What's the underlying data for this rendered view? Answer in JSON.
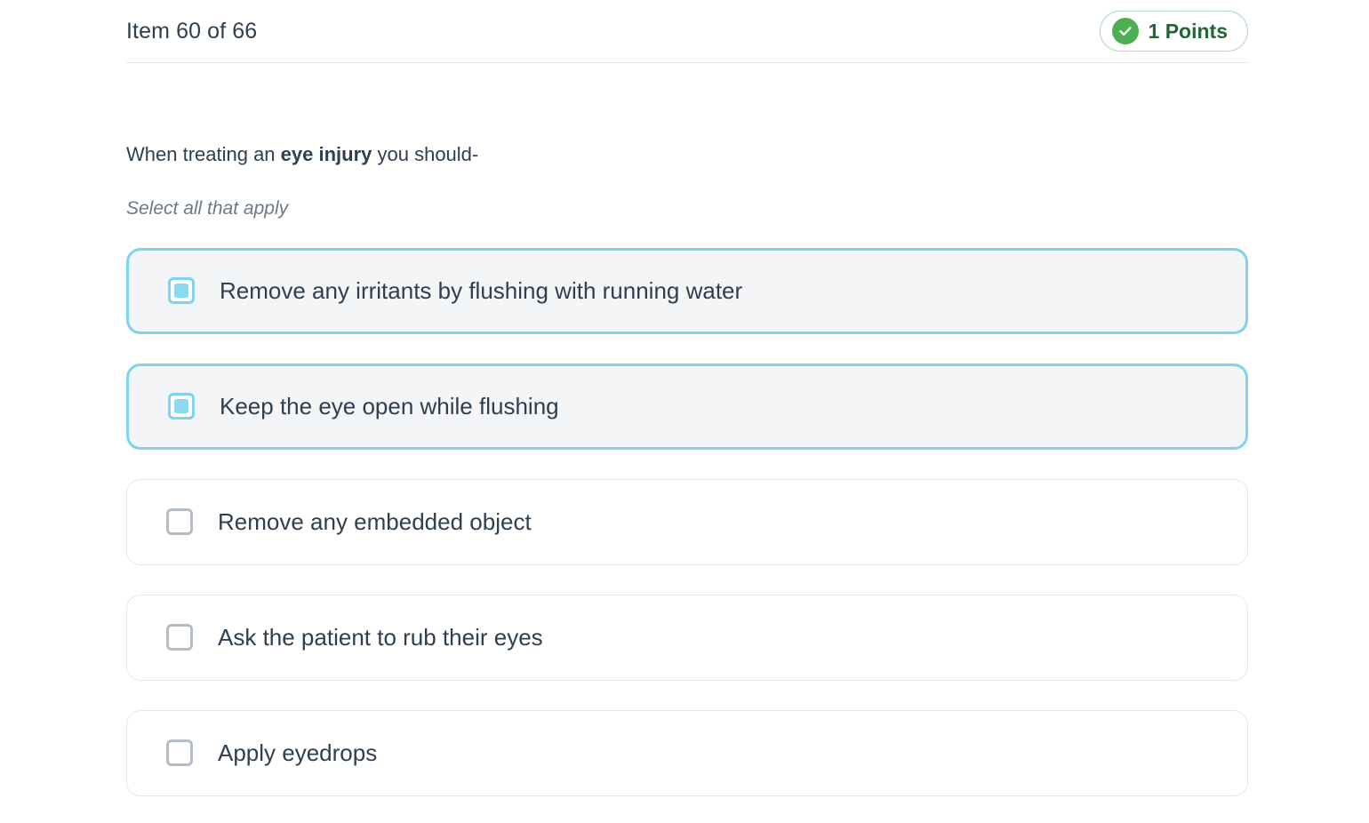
{
  "header": {
    "item_counter": "Item 60 of 66",
    "points_badge": {
      "label": "1 Points",
      "icon": "check-circle-icon",
      "circle_color": "#4caf50",
      "text_color": "#256434",
      "border_color": "#a9dcb8"
    }
  },
  "question": {
    "prefix": "When treating an ",
    "emphasis": "eye injury",
    "suffix": " you should-",
    "instruction": "Select all that apply"
  },
  "options": [
    {
      "label": "Remove any irritants by flushing with running water",
      "selected": true
    },
    {
      "label": "Keep the eye open while flushing",
      "selected": true
    },
    {
      "label": "Remove any embedded object",
      "selected": false
    },
    {
      "label": "Ask the patient to rub their eyes",
      "selected": false
    },
    {
      "label": "Apply eyedrops",
      "selected": false
    }
  ],
  "theme": {
    "accent": "#7fd3ee",
    "checkbox_fill": "#89d9f0",
    "text": "#2d3f50",
    "muted_text": "#6b7a89",
    "selected_row_bg": "#f3f5f7",
    "row_border": "#e6e8ea",
    "divider": "#e4e7e9"
  }
}
